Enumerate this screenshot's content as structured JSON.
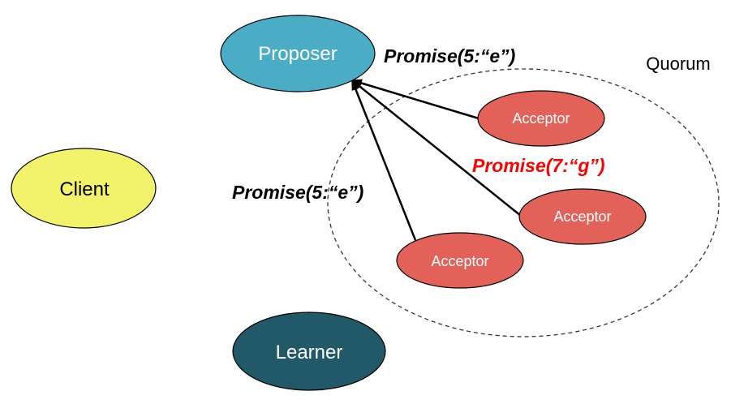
{
  "nodes": {
    "proposer": "Proposer",
    "client": "Client",
    "learner": "Learner",
    "acceptor_1": "Acceptor",
    "acceptor_2": "Acceptor",
    "acceptor_3": "Acceptor"
  },
  "group": {
    "quorum": "Quorum"
  },
  "messages": {
    "promise_top": "Promise(5:“e”)",
    "promise_red": "Promise(7:“g”)",
    "promise_left": "Promise(5:“e”)"
  },
  "colors": {
    "proposer_fill": "#4bacc6",
    "client_fill": "#f2f26b",
    "learner_fill": "#215968",
    "acceptor_fill": "#e2625a",
    "highlight_text": "#ff0000",
    "label_text": "#000000"
  }
}
